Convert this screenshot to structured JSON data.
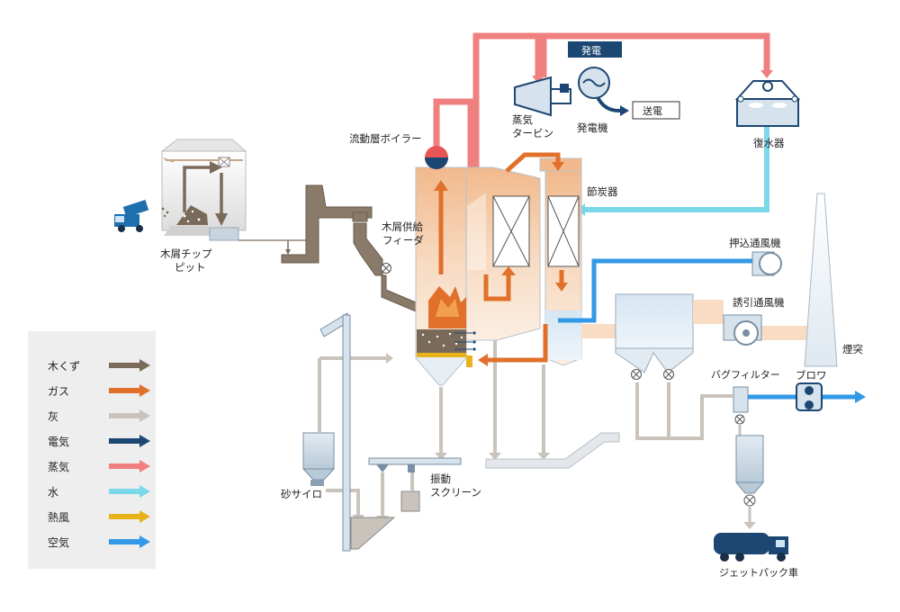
{
  "labels": {
    "wood_pit": [
      "木屑チップ",
      "ピット"
    ],
    "fluidized_bed_boiler": "流動層ボイラー",
    "wood_feeder": [
      "木屑供給",
      "フィーダ"
    ],
    "steam_turbine": [
      "蒸気",
      "タービン"
    ],
    "power_generation": "発電",
    "generator": "発電機",
    "transmission": "送電",
    "condenser": "復水器",
    "economizer": "節炭器",
    "forced_draft_fan": "押込通風機",
    "induced_draft_fan": "誘引通風機",
    "chimney": "煙突",
    "bag_filter": "バグフィルター",
    "blower": "ブロワ",
    "sand_silo": "砂サイロ",
    "vibrating_screen": [
      "振動",
      "スクリーン"
    ],
    "jet_pack_truck": "ジェットパック車"
  },
  "legend": [
    {
      "label": "木くず",
      "color": "#7a6a5a"
    },
    {
      "label": "ガス",
      "color": "#e0702a"
    },
    {
      "label": "灰",
      "color": "#c9c3bb"
    },
    {
      "label": "電気",
      "color": "#1d4773"
    },
    {
      "label": "蒸気",
      "color": "#f08080"
    },
    {
      "label": "水",
      "color": "#7ad8ea"
    },
    {
      "label": "熱風",
      "color": "#e8b31a"
    },
    {
      "label": "空気",
      "color": "#3399e6"
    }
  ]
}
